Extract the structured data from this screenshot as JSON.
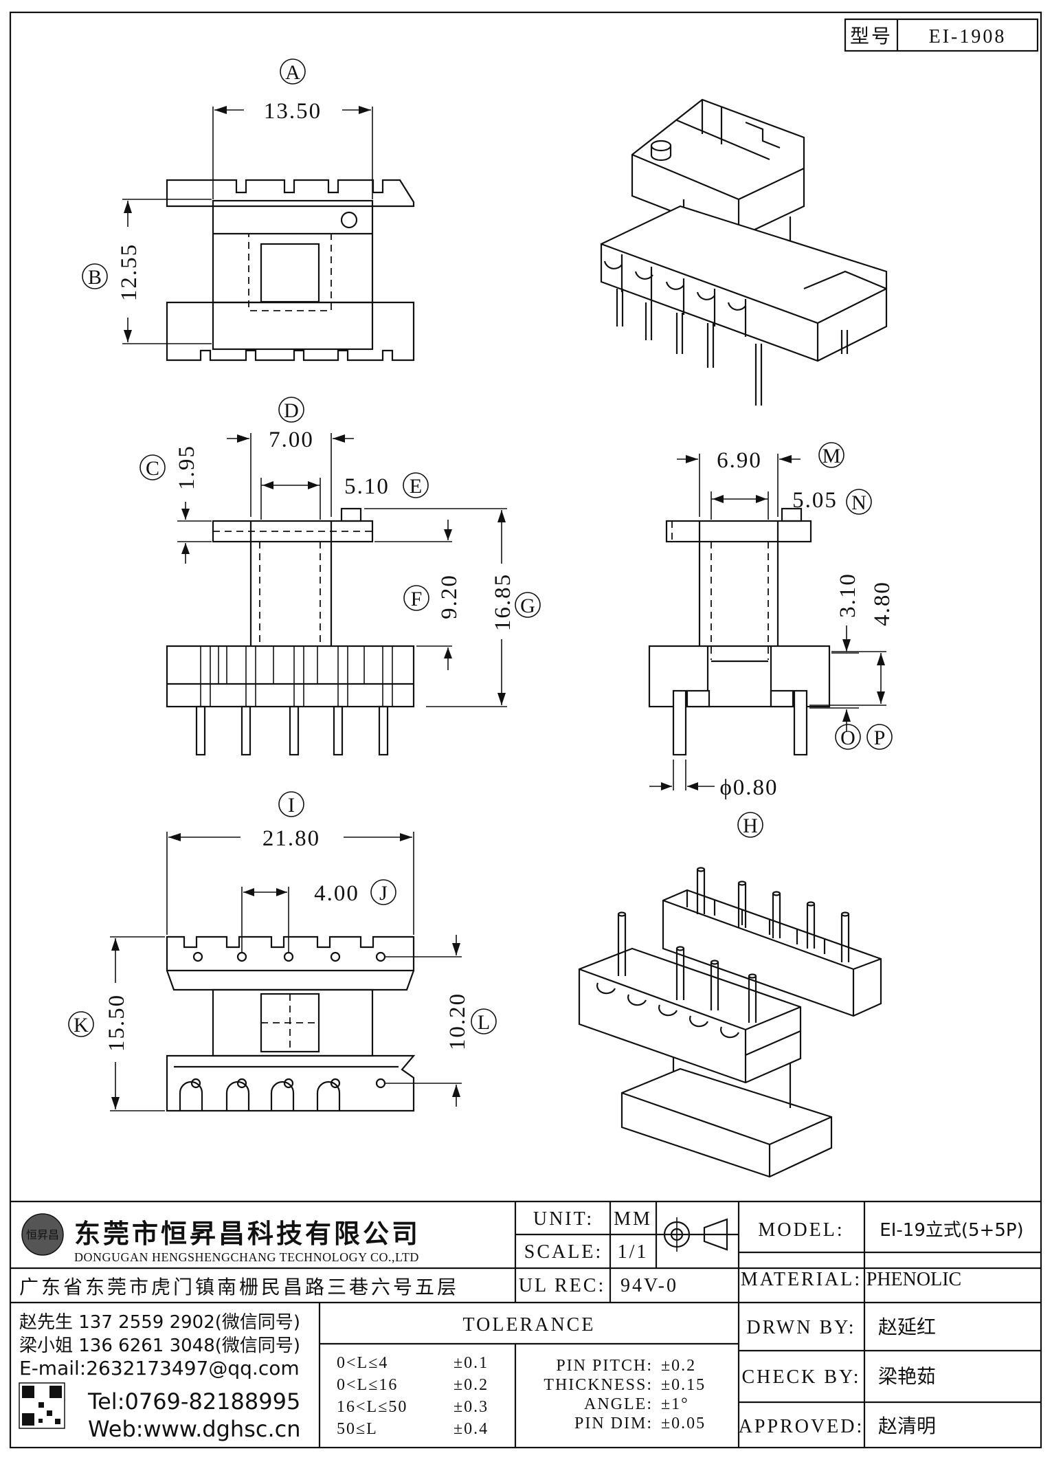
{
  "header": {
    "model_label": "型号",
    "model_value": "EI-1908"
  },
  "views": {
    "top": {
      "dim_a": "13.50",
      "dim_b": "12.55",
      "label_a": "A",
      "label_b": "B"
    },
    "front": {
      "dim_d": "7.00",
      "dim_c": "1.95",
      "dim_e": "5.10",
      "dim_f": "9.20",
      "dim_g": "16.85",
      "label_c": "C",
      "label_d": "D",
      "label_e": "E",
      "label_f": "F",
      "label_g": "G"
    },
    "side": {
      "dim_m": "6.90",
      "dim_n": "5.05",
      "dim_o": "3.10",
      "dim_p": "4.80",
      "dim_h": "ϕ0.80",
      "label_m": "M",
      "label_n": "N",
      "label_o": "O",
      "label_p": "P",
      "label_h": "H"
    },
    "bottom": {
      "dim_i": "21.80",
      "dim_j": "4.00",
      "dim_k": "15.50",
      "dim_l": "10.20",
      "label_i": "I",
      "label_j": "J",
      "label_k": "K",
      "label_l": "L"
    }
  },
  "title_block": {
    "company_cn": "东莞市恒昇昌科技有限公司",
    "company_en": "DONGUGAN HENGSHENGCHANG TECHNOLOGY CO.,LTD",
    "logo_text": "恒昇昌",
    "address": "广东省东莞市虎门镇南栅民昌路三巷六号五层",
    "unit_label": "UNIT:",
    "unit_value": "MM",
    "scale_label": "SCALE:",
    "scale_value": "1/1",
    "ulrec_label": "UL REC:",
    "ulrec_value": "94V-0",
    "model_label": "MODEL:",
    "model_value": "EI-19立式(5+5P)",
    "material_label": "MATERIAL:",
    "material_value": "PHENOLIC",
    "drawn_label": "DRWN BY:",
    "drawn_value": "赵延红",
    "check_label": "CHECK BY:",
    "check_value": "梁艳茹",
    "approved_label": "APPROVED:",
    "approved_value": "赵清明",
    "contact1": "赵先生 137 2559 2902(微信同号)",
    "contact2": "梁小姐 136 6261 3048(微信同号)",
    "email": "E-mail:2632173497@qq.com",
    "tel": "Tel:0769-82188995",
    "web": "Web:www.dghsc.cn",
    "tolerance_title": "TOLERANCE",
    "tol_ranges": [
      "0<L≤4",
      "0<L≤16",
      "16<L≤50",
      "50≤L"
    ],
    "tol_values": [
      "±0.1",
      "±0.2",
      "±0.3",
      "±0.4"
    ],
    "spec_labels": [
      "PIN PITCH:",
      "THICKNESS:",
      "ANGLE:",
      "PIN DIM:"
    ],
    "spec_values": [
      "±0.2",
      "±0.15",
      "±1°",
      "±0.05"
    ]
  }
}
